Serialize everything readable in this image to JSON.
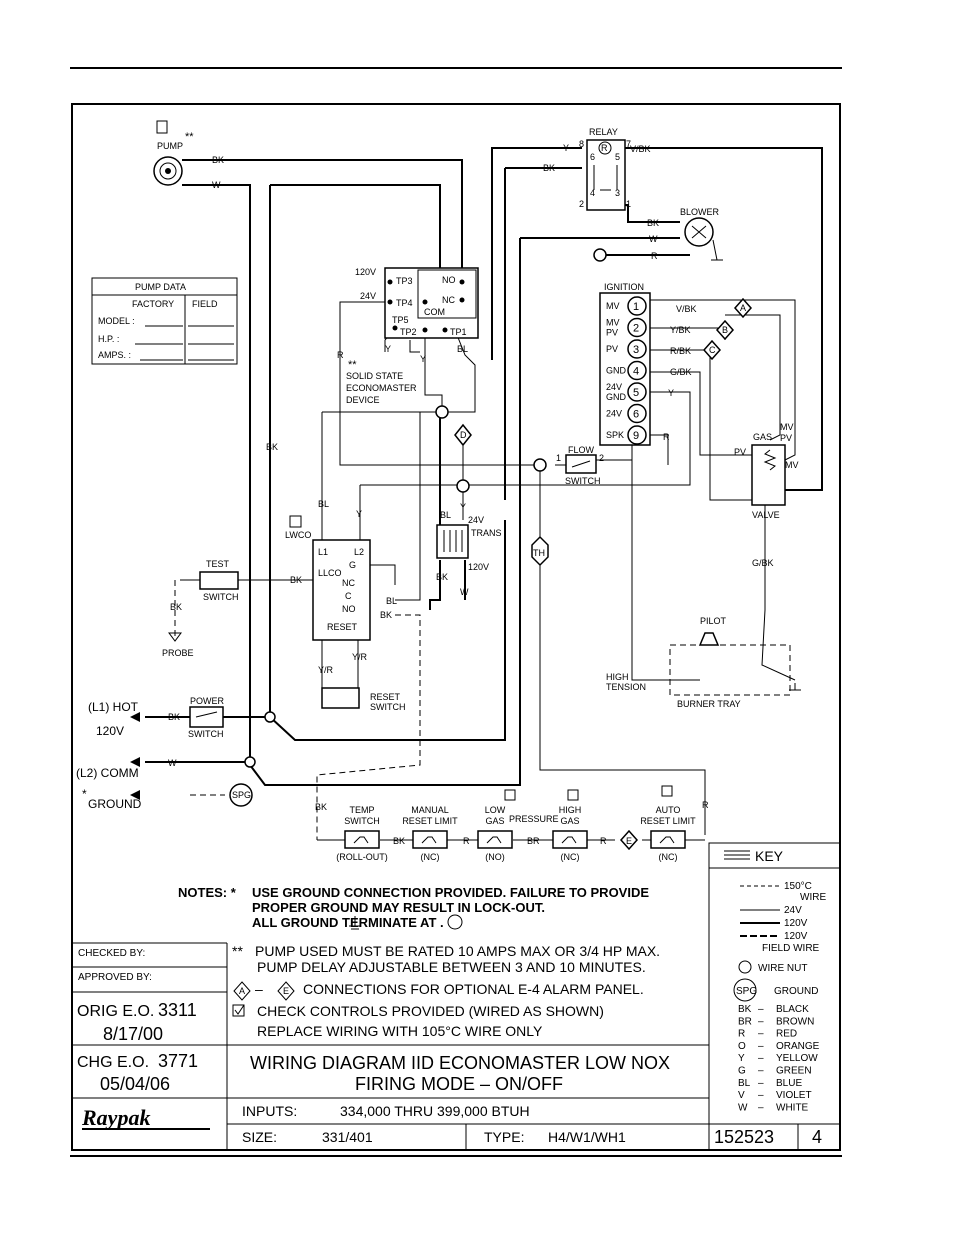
{
  "components": {
    "pump": {
      "label": "PUMP",
      "asterisks": "**"
    },
    "relay": {
      "label": "RELAY",
      "pins": [
        "8",
        "7",
        "6",
        "5",
        "4",
        "3",
        "2",
        "1"
      ],
      "coil": "R"
    },
    "blower": {
      "label": "BLOWER"
    },
    "ignition": {
      "label": "IGNITION",
      "terminals": [
        {
          "name": "MV",
          "num": "1"
        },
        {
          "name": "MV\nPV",
          "num": "2"
        },
        {
          "name": "PV",
          "num": "3"
        },
        {
          "name": "GND",
          "num": "4"
        },
        {
          "name": "24V\nGND",
          "num": "5"
        },
        {
          "name": "24V",
          "num": "6"
        },
        {
          "name": "SPK",
          "num": "9"
        }
      ]
    },
    "econo": {
      "tp3": "TP3",
      "tp4": "TP4",
      "tp5": "TP5",
      "tp2": "TP2",
      "tp1": "TP1",
      "no": "NO",
      "nc": "NC",
      "com": "COM",
      "v120": "120V",
      "v24": "24V",
      "asterisks": "**",
      "desc1": "SOLID STATE",
      "desc2": "ECONOMASTER",
      "desc3": "DEVICE"
    },
    "pump_data": {
      "title": "PUMP DATA",
      "factory": "FACTORY",
      "field": "FIELD",
      "model": "MODEL :",
      "hp": "H.P. :",
      "amps": "AMPS. :"
    },
    "lwco": {
      "label": "LWCO",
      "l1": "L1",
      "l2": "L2",
      "llco": "LLCO",
      "g": "G",
      "nc": "NC",
      "c": "C",
      "no": "NO",
      "reset": "RESET"
    },
    "test_switch": {
      "label": "TEST",
      "sub": "SWITCH"
    },
    "probe": "PROBE",
    "reset_switch": {
      "label": "RESET",
      "sub": "SWITCH"
    },
    "flow_switch": {
      "label": "FLOW",
      "sub": "SWITCH",
      "p1": "1",
      "p2": "2"
    },
    "trans": {
      "v24": "24V",
      "label": "TRANS",
      "v120": "120V"
    },
    "gas_valve": {
      "gas": "GAS",
      "pv": "PV",
      "mvpv": "MV\nPV",
      "mv": "MV",
      "label": "VALVE"
    },
    "pilot": "PILOT",
    "high_tension": "HIGH\nTENSION",
    "burner_tray": "BURNER TRAY",
    "th": "TH",
    "power_switch": {
      "label": "POWER",
      "sub": "SWITCH"
    },
    "supply": {
      "hot": "(L1) HOT",
      "volts": "120V",
      "comm": "(L2) COMM",
      "ground": "GROUND",
      "star": "*",
      "spg": "SPG"
    },
    "safety_chain": [
      {
        "label": "TEMP\nSWITCH",
        "state": "(ROLL-OUT)"
      },
      {
        "label": "MANUAL\nRESET LIMIT",
        "state": "(NC)"
      },
      {
        "label": "LOW\nGAS",
        "state": "(NO)"
      },
      {
        "label": "PRESSURE",
        "state": ""
      },
      {
        "label": "HIGH\nGAS",
        "state": "(NC)"
      },
      {
        "label": "AUTO\nRESET LIMIT",
        "state": "(NC)"
      }
    ],
    "alarm": [
      "A",
      "B",
      "C",
      "D",
      "E"
    ]
  },
  "wire_labels": {
    "bk": "BK",
    "w": "W",
    "y": "Y",
    "v_bk": "V/BK",
    "r": "R",
    "bl": "BL",
    "y_bk": "Y/BK",
    "r_bk": "R/BK",
    "g_bk": "G/BK",
    "y_r": "Y/R",
    "br": "BR"
  },
  "key": {
    "title": "KEY",
    "lines": [
      {
        "style": "dash",
        "label": "150°C\nWIRE"
      },
      {
        "style": "thin",
        "label": "24V"
      },
      {
        "style": "solid",
        "label": "120V"
      },
      {
        "style": "longdash",
        "label": "120V\nFIELD WIRE"
      }
    ],
    "wire_nut": "WIRE NUT",
    "ground": "GROUND",
    "spg": "SPG",
    "colors": [
      {
        "code": "BK",
        "name": "BLACK"
      },
      {
        "code": "BR",
        "name": "BROWN"
      },
      {
        "code": "R",
        "name": "RED"
      },
      {
        "code": "O",
        "name": "ORANGE"
      },
      {
        "code": "Y",
        "name": "YELLOW"
      },
      {
        "code": "G",
        "name": "GREEN"
      },
      {
        "code": "BL",
        "name": "BLUE"
      },
      {
        "code": "V",
        "name": "VIOLET"
      },
      {
        "code": "W",
        "name": "WHITE"
      }
    ]
  },
  "notes": {
    "heading": "NOTES: *",
    "n1a": "USE GROUND CONNECTION PROVIDED. FAILURE TO PROVIDE",
    "n1b": "PROPER GROUND MAY RESULT IN LOCK-OUT.",
    "n1c": "ALL GROUND    TERMINATE AT    .",
    "n2star": "**",
    "n2a": "PUMP USED MUST BE RATED 10 AMPS MAX OR 3/4 HP MAX.",
    "n2b": "PUMP DELAY ADJUSTABLE BETWEEN 3 AND 10 MINUTES.",
    "n3": "CONNECTIONS FOR OPTIONAL E-4 ALARM PANEL.",
    "n4": "CHECK CONTROLS PROVIDED (WIRED AS SHOWN)",
    "n5": "REPLACE WIRING WITH 105°C WIRE ONLY"
  },
  "title_block": {
    "checked_by": "CHECKED BY:",
    "approved_by": "APPROVED BY:",
    "orig_eo_label": "ORIG E.O.",
    "orig_eo": "3311",
    "orig_date": "8/17/00",
    "chg_eo_label": "CHG E.O.",
    "chg_eo": "3771",
    "chg_date": "05/04/06",
    "title1": "WIRING DIAGRAM IID ECONOMASTER LOW NOX",
    "title2": "FIRING MODE – ON/OFF",
    "inputs_label": "INPUTS:",
    "inputs": "334,000  THRU  399,000  BTUH",
    "size_label": "SIZE:",
    "size": "331/401",
    "type_label": "TYPE:",
    "type": "H4/W1/WH1",
    "drawing_no": "152523",
    "rev": "4",
    "logo": "Raypak"
  }
}
